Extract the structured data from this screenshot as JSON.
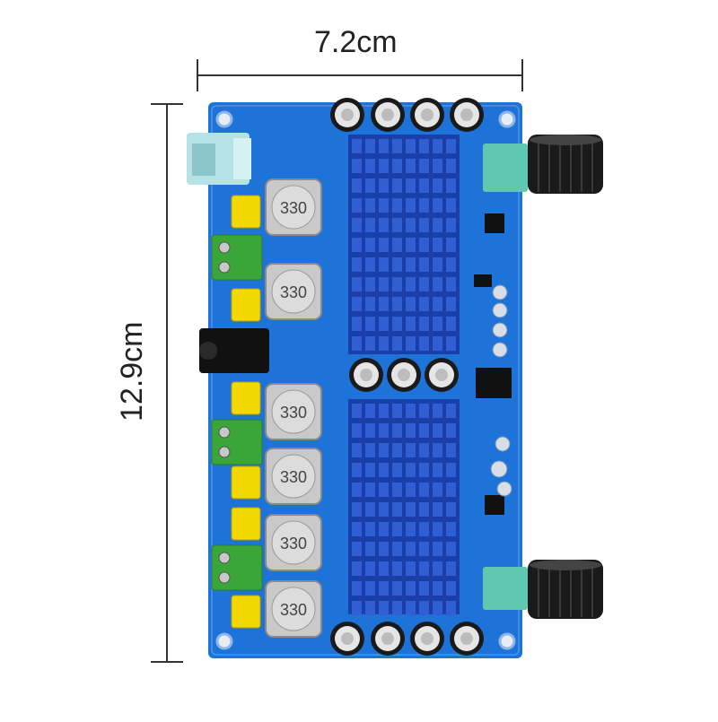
{
  "dimensions": {
    "width_label": "7.2cm",
    "height_label": "12.9cm"
  },
  "board": {
    "inductor_label": "330",
    "inductor_count": 6,
    "terminal_count": 3,
    "knob_count": 2,
    "capacitor_count": 11,
    "colors": {
      "pcb": "#1e73d8",
      "heatsink": "#1a3fa8",
      "terminal": "#3aa63a",
      "jumper": "#f1d800",
      "inductor": "#c9c9c9",
      "knob": "#1a1a1a",
      "pot_base": "#5ec9b0"
    }
  }
}
